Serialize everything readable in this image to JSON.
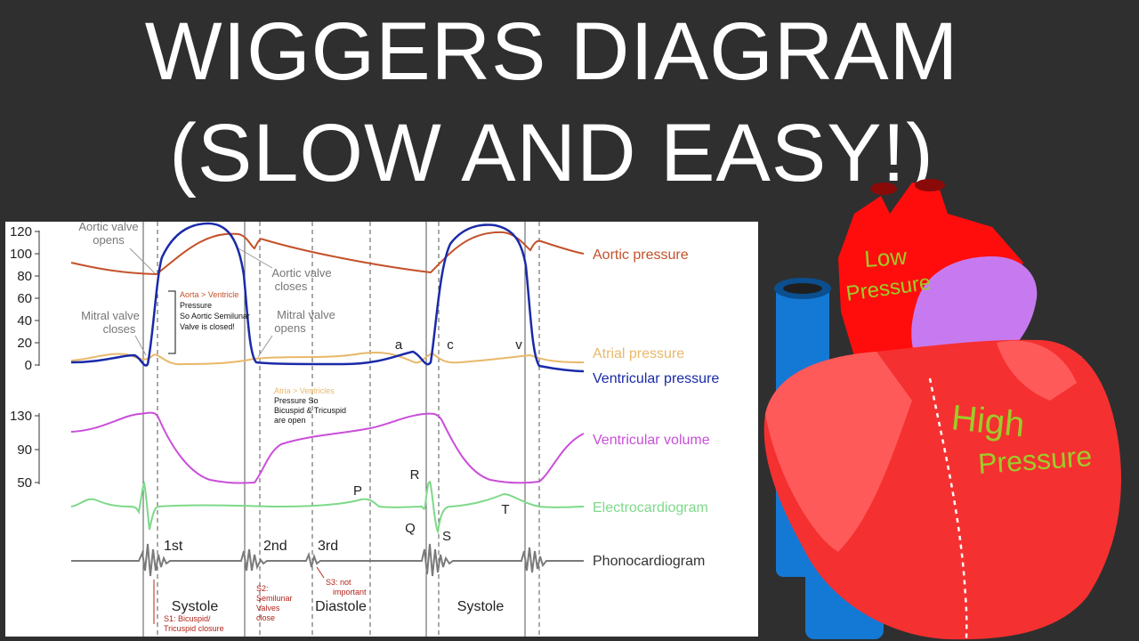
{
  "title": {
    "line1": "WIGGERS DIAGRAM",
    "line2": "(SLOW AND EASY!)"
  },
  "axes": {
    "pressure_ticks": [
      "120",
      "100",
      "80",
      "60",
      "40",
      "20",
      "0"
    ],
    "volume_ticks": [
      "130",
      "90",
      "50"
    ]
  },
  "curve_labels": {
    "aortic": "Aortic pressure",
    "atrial": "Atrial pressure",
    "ventricular_pressure": "Ventricular pressure",
    "ventricular_volume": "Ventricular volume",
    "ecg": "Electrocardiogram",
    "phono": "Phonocardiogram"
  },
  "event_labels": {
    "aortic_opens": [
      "Aortic valve",
      "opens"
    ],
    "aortic_closes": [
      "Aortic valve",
      "closes"
    ],
    "mitral_closes": [
      "Mitral valve",
      "closes"
    ],
    "mitral_opens": [
      "Mitral valve",
      "opens"
    ]
  },
  "wave_labels": {
    "a": "a",
    "c": "c",
    "v": "v",
    "P": "P",
    "R": "R",
    "Q": "Q",
    "S": "S",
    "T": "T"
  },
  "sound_labels": {
    "s1": "1st",
    "s2": "2nd",
    "s3": "3rd"
  },
  "phase_labels": {
    "systole1": "Systole",
    "diastole": "Diastole",
    "systole2": "Systole"
  },
  "annotations": {
    "aorta_vs_ventricle": [
      "Aorta > Ventricle",
      "Pressure",
      "So Aortic Semilunar",
      "Valve is closed!"
    ],
    "atria_vs_ventricles": [
      "Atria > Ventricles",
      "Pressure So",
      "Bicuspid & Tricuspid",
      "are open"
    ],
    "s1_note": [
      "S1: Bicuspid/",
      "Tricuspid closure"
    ],
    "s2_note": [
      "S2:",
      "Semilunar",
      "Valves",
      "close"
    ],
    "s3_note": [
      "S3: not",
      "important"
    ]
  },
  "heart": {
    "low_label": [
      "Low",
      "Pressure"
    ],
    "high_label": [
      "High",
      "Pressure"
    ],
    "colors": {
      "red": "#ff0d0d",
      "ventricle": "#f53030",
      "pink": "#ff5a5a",
      "purple": "#c77af0",
      "blue": "#1479d4",
      "label": "#9ccc2a"
    }
  },
  "colors": {
    "aortic": "#c4512a",
    "atrial": "#e8b86a",
    "ventricular": "#1a2aa8",
    "volume": "#c94fd8",
    "ecg": "#7ed98a",
    "phono": "#7a7a7a",
    "annotation_red": "#b0241a"
  }
}
